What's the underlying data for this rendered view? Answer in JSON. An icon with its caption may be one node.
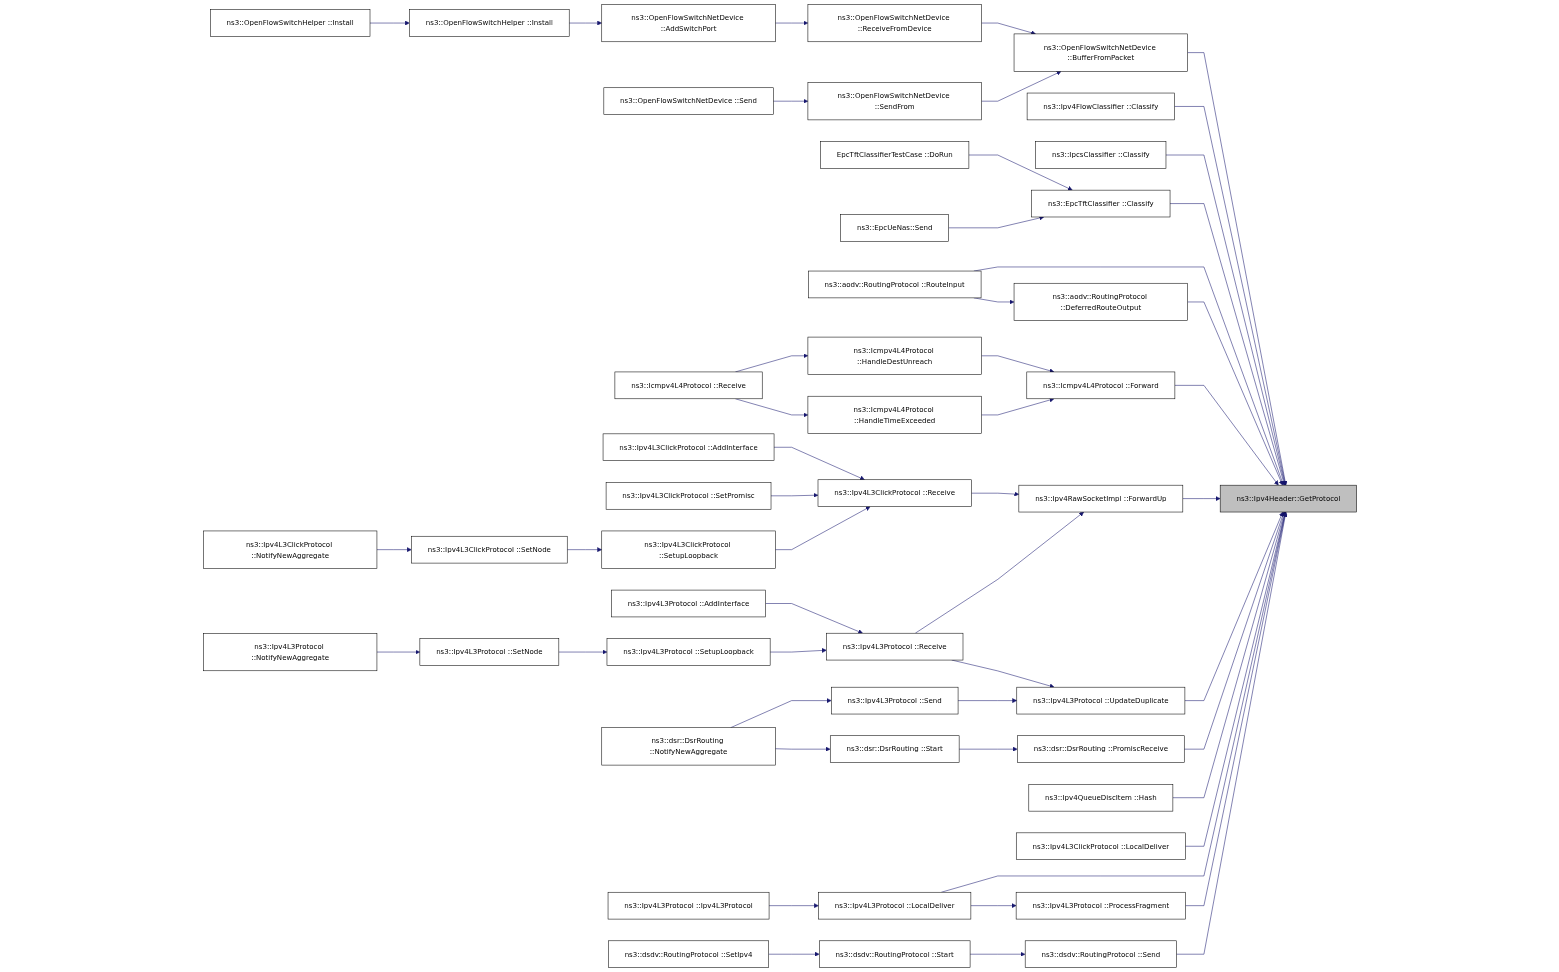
{
  "diagram": {
    "nodes": [
      {
        "text": [
          "ns3::OpenFlowSwitchHelper ::Install"
        ]
      },
      {
        "text": [
          "ns3::OpenFlowSwitchHelper ::Install"
        ]
      },
      {
        "text": [
          "ns3::OpenFlowSwitchNetDevice ::AddSwitchPort"
        ]
      },
      {
        "text": [
          "ns3::OpenFlowSwitchNetDevice ::ReceiveFromDevice"
        ]
      },
      {
        "text": [
          "ns3::OpenFlowSwitchNetDevice ::BufferFromPacket"
        ]
      },
      {
        "text": [
          "ns3::OpenFlowSwitchNetDevice ::Send"
        ]
      },
      {
        "text": [
          "ns3::OpenFlowSwitchNetDevice ::SendFrom"
        ]
      },
      {
        "text": [
          "ns3::Ipv4FlowClassifier ::Classify"
        ]
      },
      {
        "text": [
          "ns3::IpcsClassifier ::Classify"
        ]
      },
      {
        "text": [
          "EpcTftClassifierTestCase ::DoRun"
        ]
      },
      {
        "text": [
          "ns3::EpcUeNas::Send"
        ]
      },
      {
        "text": [
          "ns3::EpcTftClassifier ::Classify"
        ]
      },
      {
        "text": [
          "ns3::Icmpv4L4Protocol ::Receive"
        ]
      },
      {
        "text": [
          "ns3::aodv::RoutingProtocol ::RouteInput"
        ]
      },
      {
        "text": [
          "ns3::Icmpv4L4Protocol ::HandleDestUnreach"
        ]
      },
      {
        "text": [
          "ns3::aodv::RoutingProtocol ::DeferredRouteOutput"
        ]
      },
      {
        "text": [
          "ns3::Ipv4L3ClickProtocol ::AddInterface"
        ]
      },
      {
        "text": [
          "ns3::Icmpv4L4Protocol ::HandleTimeExceeded"
        ]
      },
      {
        "text": [
          "ns3::Ipv4L3ClickProtocol ::SetPromisc"
        ]
      },
      {
        "text": [
          "ns3::Icmpv4L4Protocol ::Forward"
        ]
      },
      {
        "text": [
          "ns3::Ipv4L3ClickProtocol ::NotifyNewAggregate"
        ]
      },
      {
        "text": [
          "ns3::Ipv4L3ClickProtocol ::SetNode"
        ]
      },
      {
        "text": [
          "ns3::Ipv4L3ClickProtocol ::SetupLoopback"
        ]
      },
      {
        "text": [
          "ns3::Ipv4L3ClickProtocol ::Receive"
        ]
      },
      {
        "text": [
          "ns3::Ipv4RawSocketImpl ::ForwardUp"
        ]
      },
      {
        "text": [
          "ns3::Ipv4Header::GetProtocol"
        ]
      },
      {
        "text": [
          "ns3::Ipv4L3Protocol ::AddInterface"
        ]
      },
      {
        "text": [
          "ns3::Ipv4L3Protocol ::Receive"
        ]
      },
      {
        "text": [
          "ns3::Ipv4L3Protocol ::UpdateDuplicate"
        ]
      },
      {
        "text": [
          "ns3::Ipv4L3Protocol ::NotifyNewAggregate"
        ]
      },
      {
        "text": [
          "ns3::Ipv4L3Protocol ::SetNode"
        ]
      },
      {
        "text": [
          "ns3::Ipv4L3Protocol ::SetupLoopback"
        ]
      },
      {
        "text": [
          "ns3::Ipv4L3Protocol ::Send"
        ]
      },
      {
        "text": [
          "ns3::dsr::DsrRouting ::PromiscReceive"
        ]
      },
      {
        "text": [
          "ns3::dsr::DsrRouting ::NotifyNewAggregate"
        ]
      },
      {
        "text": [
          "ns3::dsr::DsrRouting ::Start"
        ]
      },
      {
        "text": [
          "ns3::Ipv4QueueDiscItem ::Hash"
        ]
      },
      {
        "text": [
          "ns3::Ipv4L3ClickProtocol ::LocalDeliver"
        ]
      },
      {
        "text": [
          "ns3::Ipv4L3Protocol ::Ipv4L3Protocol"
        ]
      },
      {
        "text": [
          "ns3::Ipv4L3Protocol ::LocalDeliver"
        ]
      },
      {
        "text": [
          "ns3::Ipv4L3Protocol ::ProcessFragment"
        ]
      },
      {
        "text": [
          "ns3::dsdv::RoutingProtocol ::SetIpv4"
        ]
      },
      {
        "text": [
          "ns3::dsdv::RoutingProtocol ::Start"
        ]
      },
      {
        "text": [
          "ns3::dsdv::RoutingProtocol ::Send"
        ]
      }
    ],
    "edges": [
      {
        "from": 0,
        "to": 1,
        "arrow": "to"
      },
      {
        "from": 1,
        "to": 2,
        "arrow": "to"
      },
      {
        "from": 2,
        "to": 3,
        "arrow": "to"
      },
      {
        "from": 3,
        "to": 4,
        "arrow": "to"
      },
      {
        "from": 5,
        "to": 6,
        "arrow": "to"
      },
      {
        "from": 6,
        "to": 4,
        "arrow": "to"
      },
      {
        "from": 4,
        "to": 25,
        "arrow": "to"
      },
      {
        "from": 7,
        "to": 25,
        "arrow": "to"
      },
      {
        "from": 8,
        "to": 25,
        "arrow": "to"
      },
      {
        "from": 9,
        "to": 11,
        "arrow": "to"
      },
      {
        "from": 10,
        "to": 11,
        "arrow": "to"
      },
      {
        "from": 11,
        "to": 25,
        "arrow": "to"
      },
      {
        "from": 13,
        "to": 25,
        "arrow": "to"
      },
      {
        "from": 13,
        "to": 15,
        "arrow": "to"
      },
      {
        "from": 12,
        "to": 14,
        "arrow": "to"
      },
      {
        "from": 12,
        "to": 17,
        "arrow": "to"
      },
      {
        "from": 14,
        "to": 19,
        "arrow": "to"
      },
      {
        "from": 17,
        "to": 19,
        "arrow": "to"
      },
      {
        "from": 15,
        "to": 25,
        "arrow": "to"
      },
      {
        "from": 19,
        "to": 25,
        "arrow": "to"
      },
      {
        "from": 16,
        "to": 23,
        "arrow": "to"
      },
      {
        "from": 18,
        "to": 23,
        "arrow": "to"
      },
      {
        "from": 20,
        "to": 21,
        "arrow": "to"
      },
      {
        "from": 21,
        "to": 22,
        "arrow": "to"
      },
      {
        "from": 22,
        "to": 23,
        "arrow": "to"
      },
      {
        "from": 23,
        "to": 24,
        "arrow": "to"
      },
      {
        "from": 24,
        "to": 25,
        "arrow": "to"
      },
      {
        "from": 27,
        "to": 24,
        "arrow": "to"
      },
      {
        "from": 26,
        "to": 27,
        "arrow": "to"
      },
      {
        "from": 31,
        "to": 27,
        "arrow": "to"
      },
      {
        "from": 29,
        "to": 30,
        "arrow": "to"
      },
      {
        "from": 30,
        "to": 31,
        "arrow": "to"
      },
      {
        "from": 27,
        "to": 28,
        "arrow": "to"
      },
      {
        "from": 32,
        "to": 28,
        "arrow": "to"
      },
      {
        "from": 28,
        "to": 25,
        "arrow": "to"
      },
      {
        "from": 34,
        "to": 32,
        "arrow": "to"
      },
      {
        "from": 34,
        "to": 35,
        "arrow": "to"
      },
      {
        "from": 35,
        "to": 33,
        "arrow": "to"
      },
      {
        "from": 33,
        "to": 25,
        "arrow": "to"
      },
      {
        "from": 36,
        "to": 25,
        "arrow": "to"
      },
      {
        "from": 37,
        "to": 25,
        "arrow": "to"
      },
      {
        "from": 38,
        "to": 39,
        "arrow": "to"
      },
      {
        "from": 39,
        "to": 25,
        "arrow": "to"
      },
      {
        "from": 39,
        "to": 40,
        "arrow": "to"
      },
      {
        "from": 40,
        "to": 25,
        "arrow": "to"
      },
      {
        "from": 41,
        "to": 42,
        "arrow": "to"
      },
      {
        "from": 42,
        "to": 43,
        "arrow": "to"
      },
      {
        "from": 43,
        "to": 25,
        "arrow": "to"
      }
    ]
  }
}
